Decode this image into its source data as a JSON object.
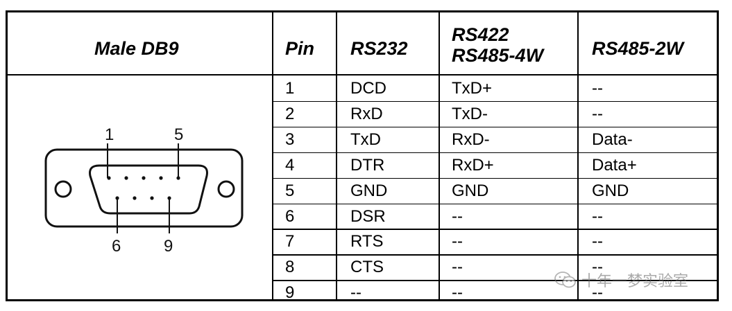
{
  "headers": {
    "connector": "Male DB9",
    "pin": "Pin",
    "rs232": "RS232",
    "rs422_line1": "RS422",
    "rs422_line2": "RS485-4W",
    "rs485_2w": "RS485-2W"
  },
  "connector": {
    "label_1": "1",
    "label_5": "5",
    "label_6": "6",
    "label_9": "9"
  },
  "rows": [
    {
      "pin": "1",
      "rs232": "DCD",
      "rs422": "TxD+",
      "rs485": "--"
    },
    {
      "pin": "2",
      "rs232": "RxD",
      "rs422": "TxD-",
      "rs485": "--"
    },
    {
      "pin": "3",
      "rs232": "TxD",
      "rs422": "RxD-",
      "rs485": "Data-"
    },
    {
      "pin": "4",
      "rs232": "DTR",
      "rs422": "RxD+",
      "rs485": "Data+"
    },
    {
      "pin": "5",
      "rs232": "GND",
      "rs422": "GND",
      "rs485": "GND"
    },
    {
      "pin": "6",
      "rs232": "DSR",
      "rs422": "--",
      "rs485": "--"
    },
    {
      "pin": "7",
      "rs232": "RTS",
      "rs422": "--",
      "rs485": "--"
    },
    {
      "pin": "8",
      "rs232": "CTS",
      "rs422": "--",
      "rs485": "--"
    },
    {
      "pin": "9",
      "rs232": "--",
      "rs422": "--",
      "rs485": "--"
    }
  ],
  "watermark": {
    "icon": "wechat-icon",
    "text": "十年一梦实验室"
  }
}
